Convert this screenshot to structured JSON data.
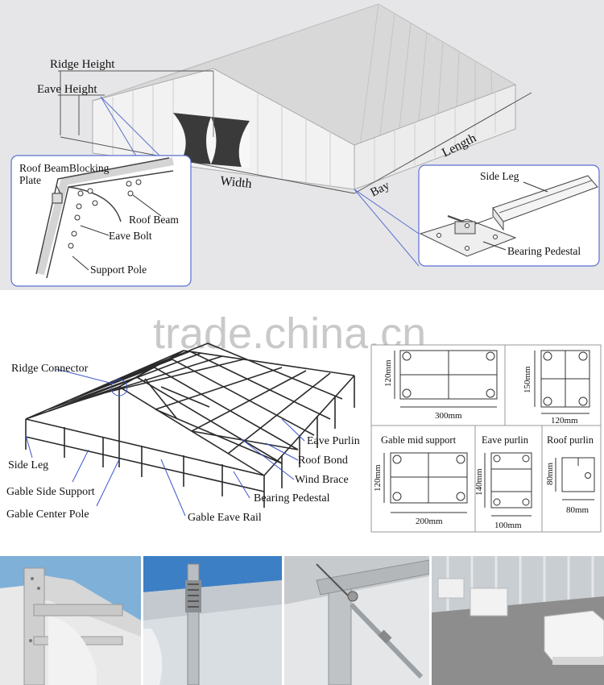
{
  "top_diagram": {
    "ridge_height": "Ridge Height",
    "eave_height": "Eave Height",
    "width": "Width",
    "length": "Length",
    "bay": "Bay",
    "left_inset": {
      "roof_beam_blocking_plate": "Roof BeamBlocking",
      "roof_beam_blocking_plate_2": "Plate",
      "roof_beam": "Roof  Beam",
      "eave_bolt": "Eave Bolt",
      "support_pole": "Support Pole"
    },
    "right_inset": {
      "side_leg": "Side Leg",
      "bearing_pedestal": "Bearing Pedestal"
    }
  },
  "watermark": "trade.china.cn",
  "frame_diagram": {
    "ridge_connector": "Ridge Connector",
    "side_leg": "Side Leg",
    "gable_side_support": "Gable Side Support",
    "gable_center_pole": "Gable Center Pole",
    "gable_eave_rail": "Gable Eave Rail",
    "eave_purlin": "Eave Purlin",
    "roof_bond": "Roof Bond",
    "wind_brace": "Wind Brace",
    "bearing_pedestal": "Bearing Pedestal"
  },
  "profiles": {
    "main_beam": {
      "height": "120mm",
      "width": "300mm"
    },
    "side_column": {
      "height": "150mm",
      "width": "120mm"
    },
    "gable_mid_support": {
      "title": "Gable mid support",
      "height": "120mm",
      "width": "200mm"
    },
    "eave_purlin": {
      "title": "Eave purlin",
      "height": "140mm",
      "width": "100mm"
    },
    "roof_purlin": {
      "title": "Roof purlin",
      "height": "80mm",
      "width": "80mm"
    }
  },
  "colors": {
    "top_background": "#e6e6e8",
    "inset_border": "#5a6fd0",
    "tent_fabric": "#f4f4f4",
    "frame_line": "#2a2a2a"
  }
}
